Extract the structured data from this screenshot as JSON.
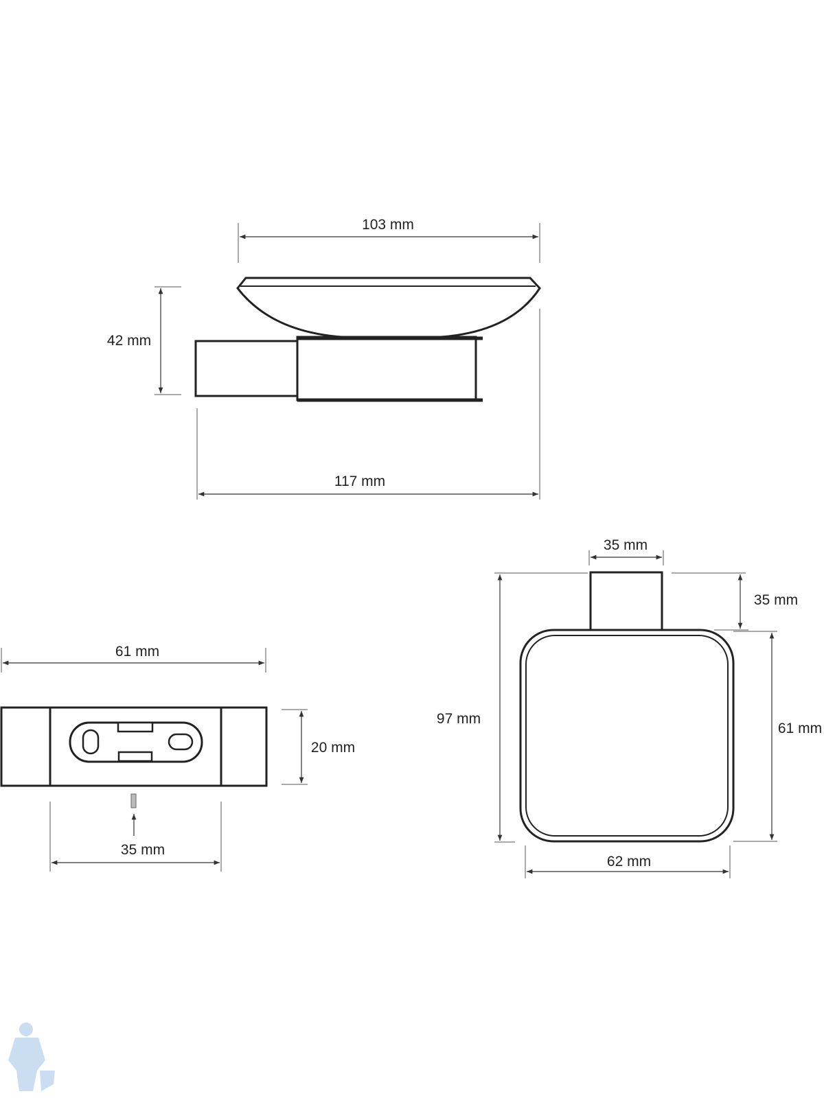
{
  "drawing": {
    "side_view": {
      "dish_width": "103 mm",
      "height": "42 mm",
      "total_depth": "117 mm"
    },
    "bracket_view": {
      "width": "61 mm",
      "height": "20 mm",
      "screw_spacing": "35 mm"
    },
    "top_view": {
      "arm_width": "35 mm",
      "arm_length": "35 mm",
      "total_length": "97 mm",
      "dish_depth": "61 mm",
      "dish_width": "62 mm"
    }
  },
  "colors": {
    "line": "#222222",
    "background": "#ffffff"
  }
}
